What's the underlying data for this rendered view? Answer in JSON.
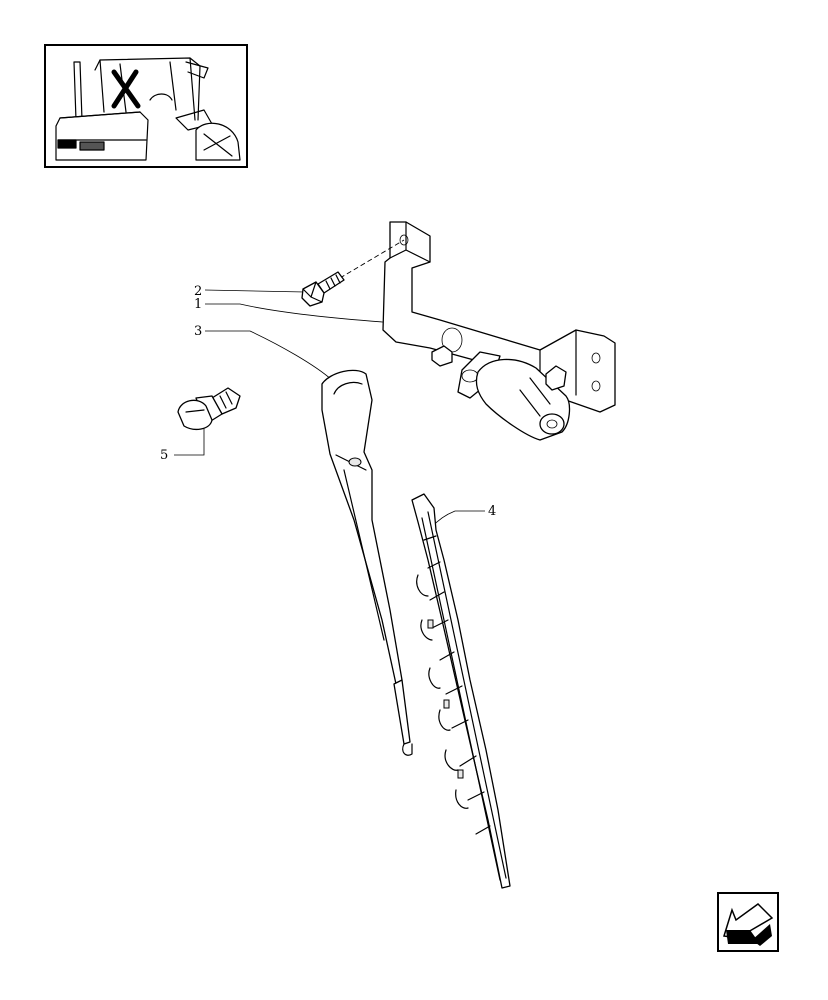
{
  "diagram": {
    "callouts": [
      {
        "id": "2",
        "text": "2"
      },
      {
        "id": "1",
        "text": "1"
      },
      {
        "id": "3",
        "text": "3"
      },
      {
        "id": "5",
        "text": "5"
      },
      {
        "id": "4",
        "text": "4"
      }
    ],
    "thumbnail": {
      "icon": "tractor-cab-thumbnail",
      "marker": "location-marker-icon"
    },
    "nav": {
      "icon": "return-arrow-icon"
    }
  }
}
